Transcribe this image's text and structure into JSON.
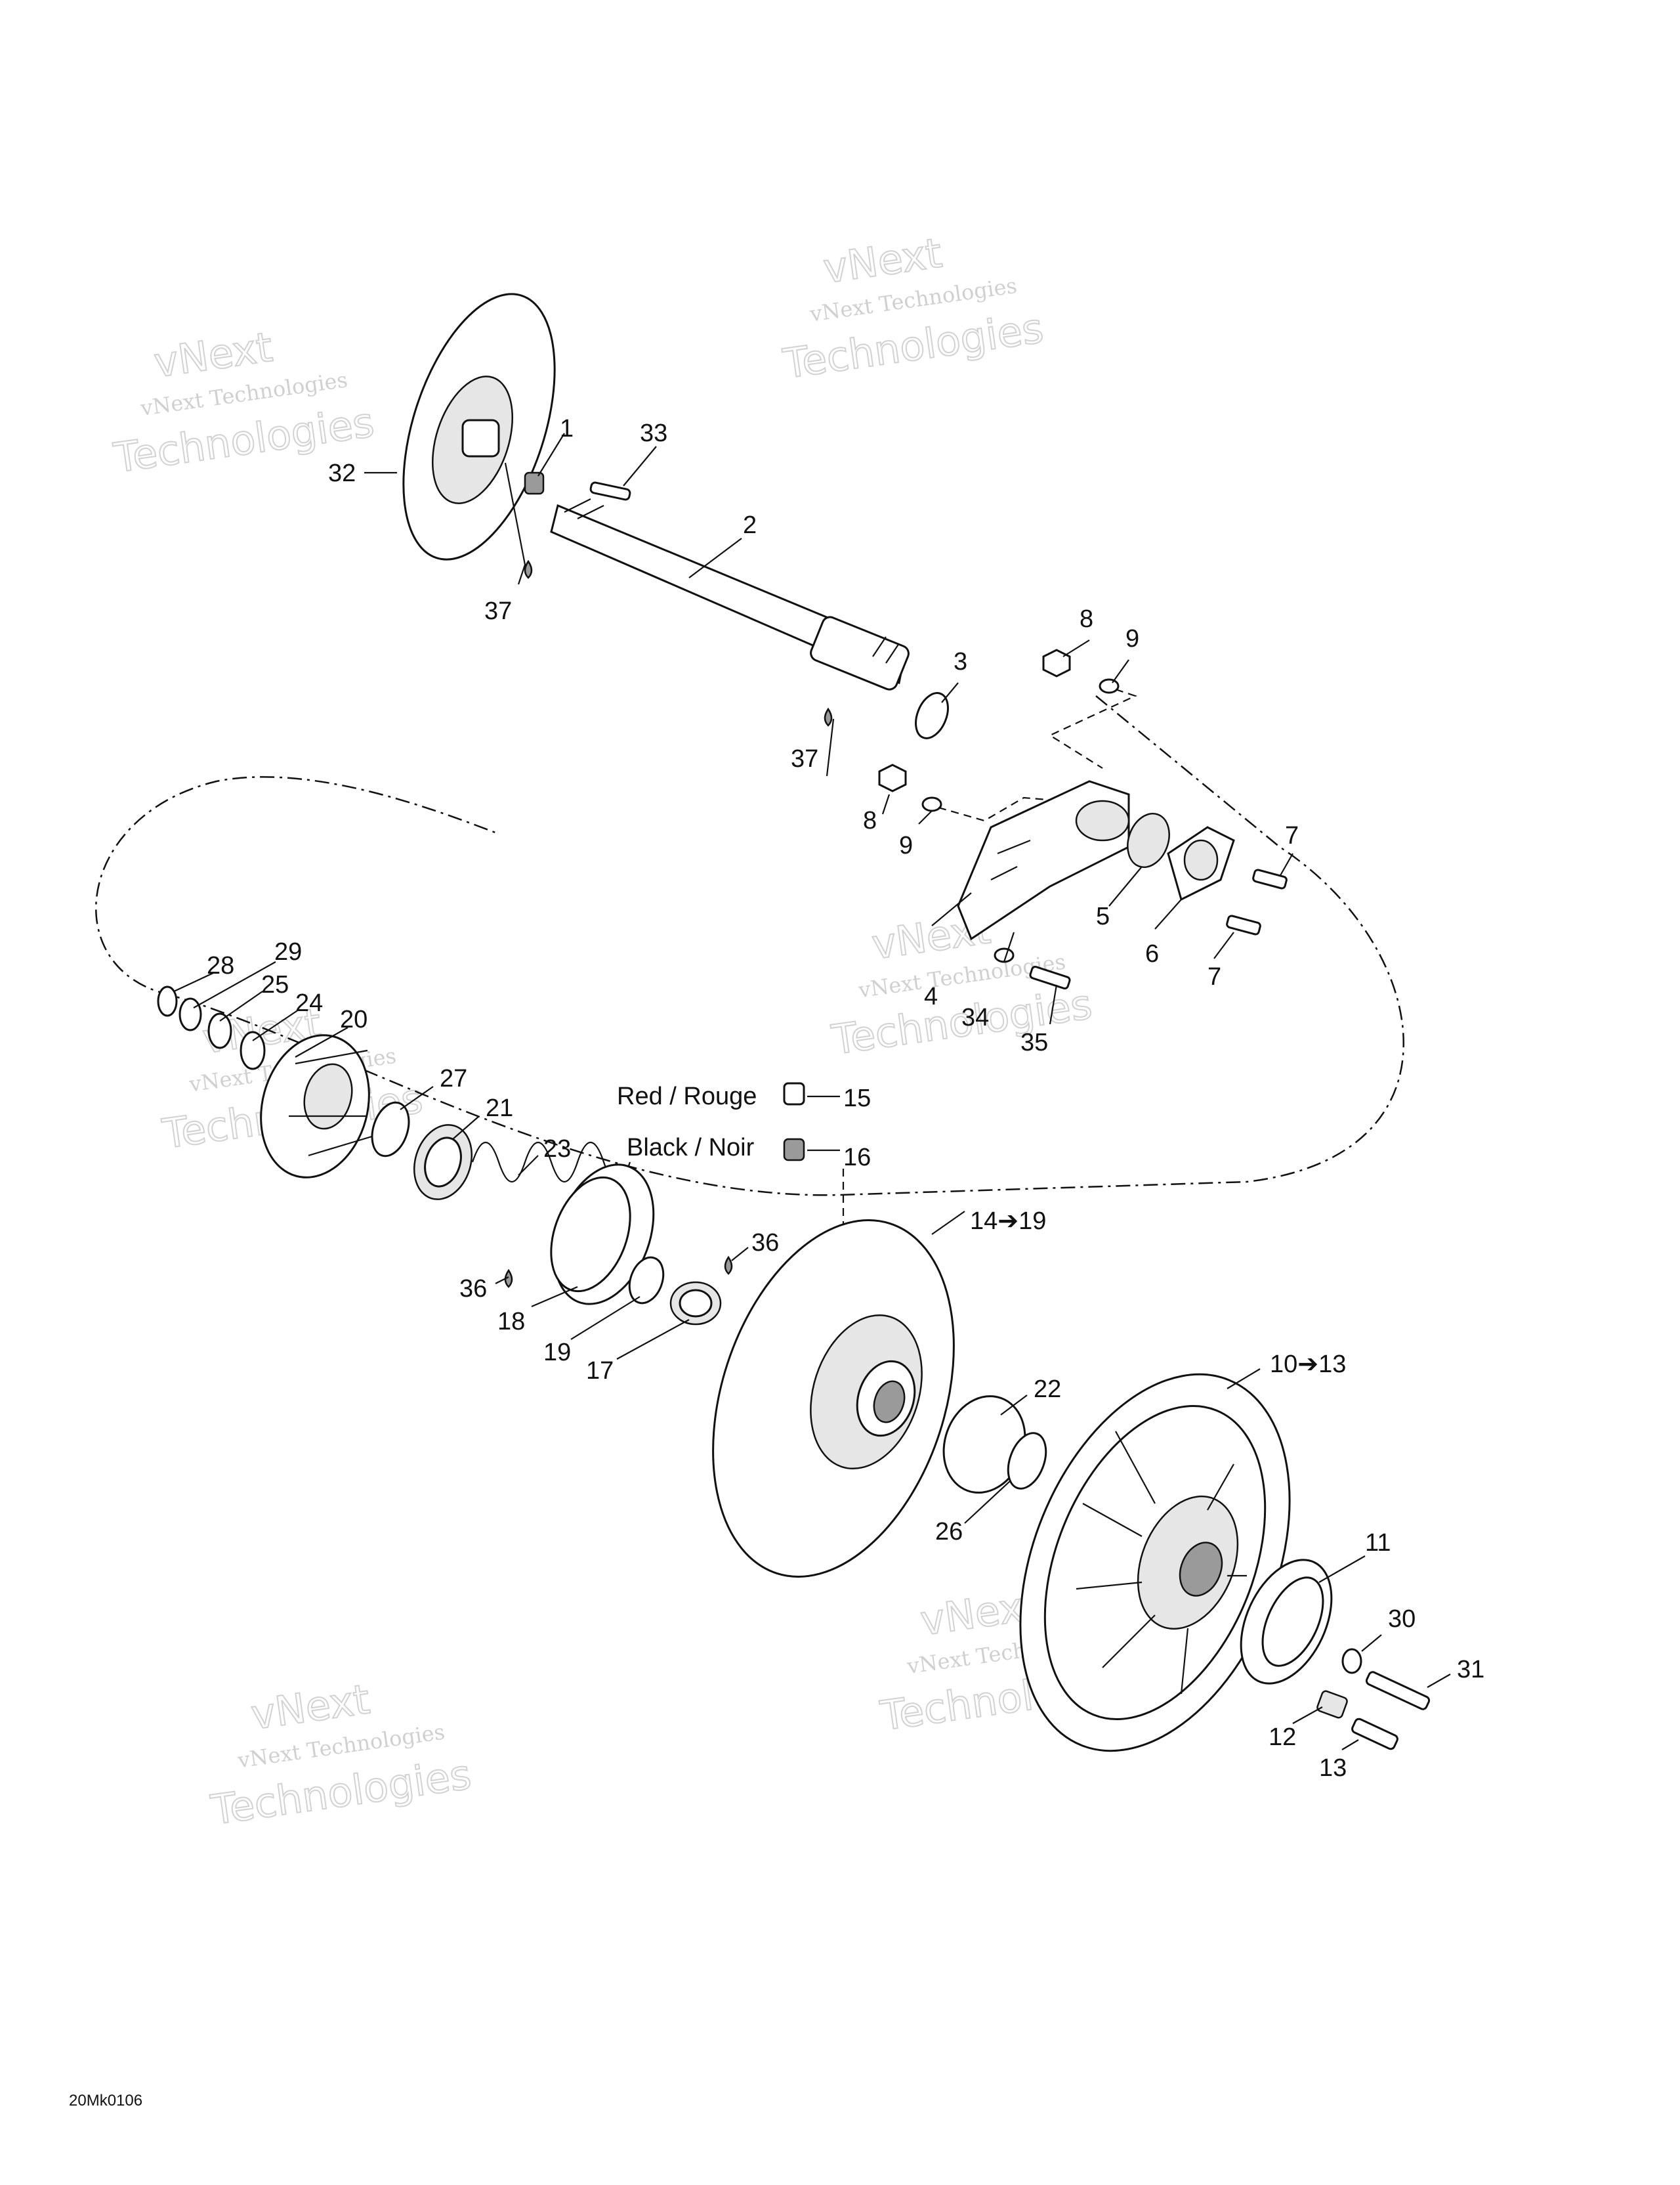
{
  "watermark": {
    "line1": "vNext Technologies",
    "line2": "Technologies",
    "line3": "vNext"
  },
  "color_labels": {
    "red": "Red / Rouge",
    "black": "Black / Noir"
  },
  "drawing_code": "20Mk0106",
  "callouts": {
    "c1": "1",
    "c2": "2",
    "c3": "3",
    "c4": "4",
    "c5": "5",
    "c6": "6",
    "c7a": "7",
    "c7b": "7",
    "c8a": "8",
    "c8b": "8",
    "c9a": "9",
    "c9b": "9",
    "c10": "10➔13",
    "c11": "11",
    "c12": "12",
    "c13": "13",
    "c14": "14➔19",
    "c15": "15",
    "c16": "16",
    "c17": "17",
    "c18": "18",
    "c19": "19",
    "c20": "20",
    "c21": "21",
    "c22": "22",
    "c23": "23",
    "c24": "24",
    "c25": "25",
    "c26": "26",
    "c27": "27",
    "c28": "28",
    "c29": "29",
    "c30": "30",
    "c31": "31",
    "c32": "32",
    "c33": "33",
    "c34": "34",
    "c35": "35",
    "c36a": "36",
    "c36b": "36",
    "c37a": "37",
    "c37b": "37"
  }
}
